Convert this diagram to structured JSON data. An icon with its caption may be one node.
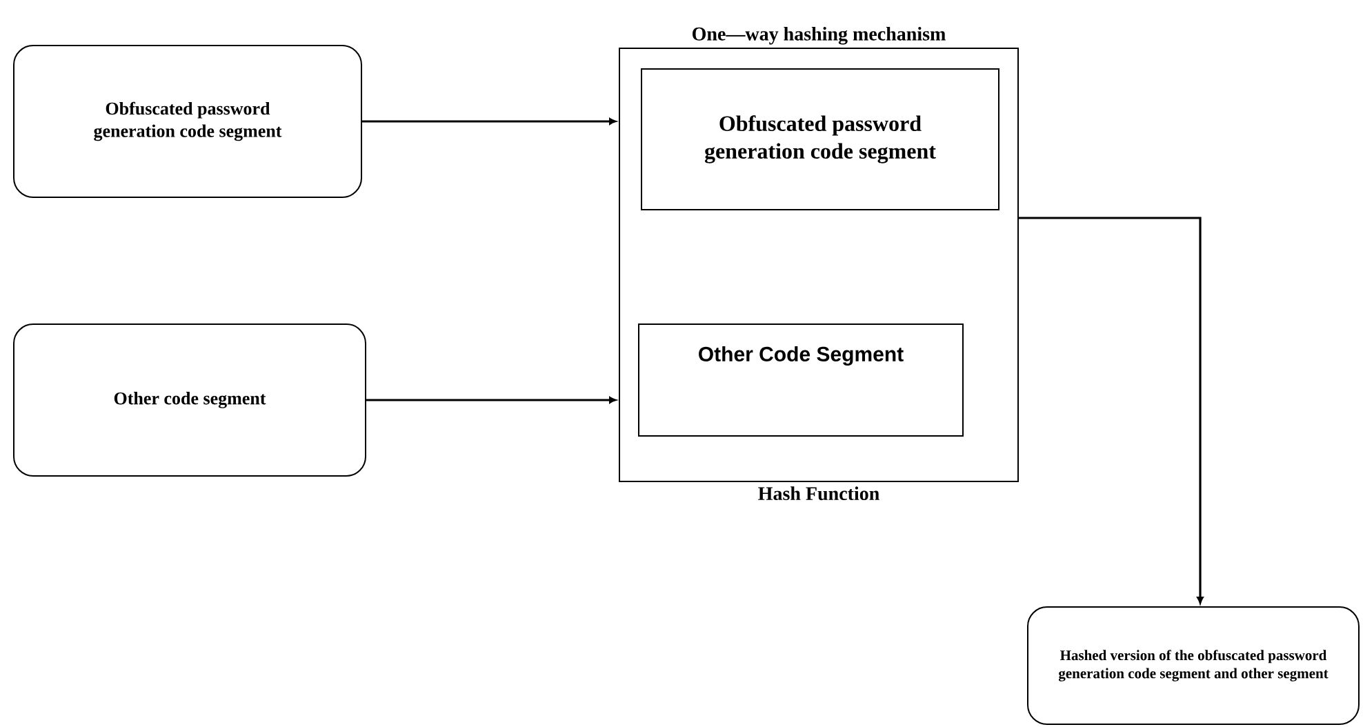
{
  "diagram": {
    "nodes": [
      {
        "text": [
          "Obfuscated password generation code segment"
        ]
      },
      {
        "text": [
          "Other code segment"
        ]
      },
      {
        "text": [
          "One—way hashing mechanism",
          "Hash Function"
        ]
      },
      {
        "text": [
          "Obfuscated password generation code segment"
        ],
        "in": 2
      },
      {
        "text": [
          "Other Code Segment"
        ],
        "in": 2
      },
      {
        "text": [
          "Hashed version of the obfuscated password generation code segment and other segment"
        ]
      }
    ],
    "edges": [
      {
        "from": 0,
        "to": 2,
        "arrow": "to"
      },
      {
        "from": 1,
        "to": 2,
        "arrow": "to"
      },
      {
        "from": 2,
        "to": 5,
        "arrow": "to"
      }
    ]
  }
}
